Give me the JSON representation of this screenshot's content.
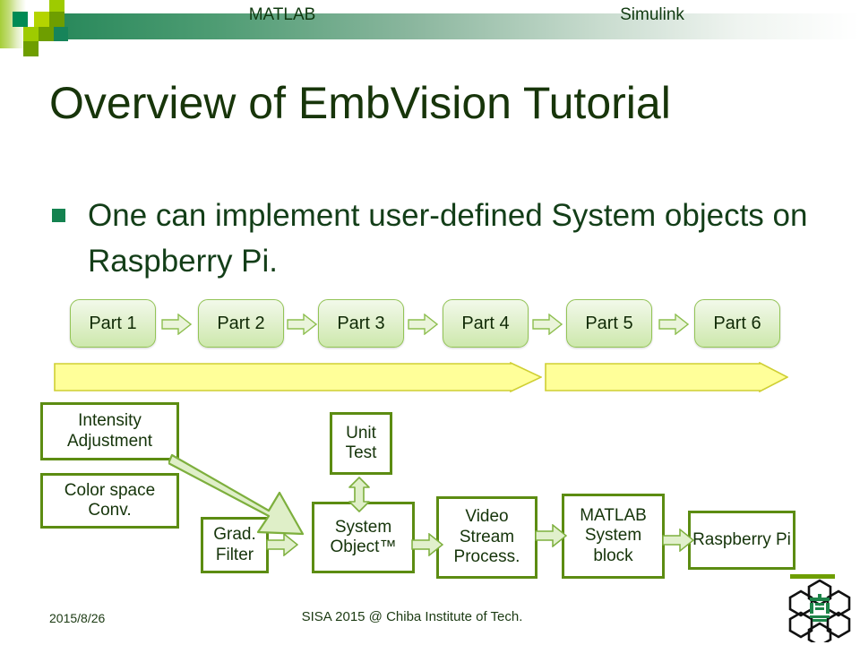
{
  "slide": {
    "title": "Overview of EmbVision Tutorial",
    "bullet": "One can implement user-defined System objects on Raspberry Pi."
  },
  "colors": {
    "title_green": "#17350A",
    "header_gradient_start": "#27885A",
    "box_border_green": "#5C8C12",
    "part_fill_green": "#CDE8AC",
    "banner_yellow": "#FFFF99",
    "bullet_marker_green": "#148250",
    "logo_green": "#1E8449"
  },
  "parts": {
    "items": [
      {
        "label": "Part 1"
      },
      {
        "label": "Part 2"
      },
      {
        "label": "Part 3"
      },
      {
        "label": "Part 4"
      },
      {
        "label": "Part 5"
      },
      {
        "label": "Part 6"
      }
    ],
    "connectors": [
      "chevron-right-icon",
      "chevron-right-icon",
      "chevron-right-icon",
      "chevron-right-icon",
      "chevron-right-icon"
    ]
  },
  "banners": {
    "matlab": "MATLAB",
    "simulink": "Simulink"
  },
  "flow": {
    "intensity_adjustment": "Intensity Adjustment",
    "color_space_conv": "Color space Conv.",
    "unit_test": "Unit Test",
    "grad_filter": "Grad. Filter",
    "system_object": "System Object™",
    "video_stream_process": "Video Stream Process.",
    "matlab_system_block": "MATLAB System block",
    "raspberry_pi": "Raspberry Pi"
  },
  "footer": {
    "date": "2015/8/26",
    "conference": "SISA 2015 @ Chiba Institute  of Tech."
  }
}
